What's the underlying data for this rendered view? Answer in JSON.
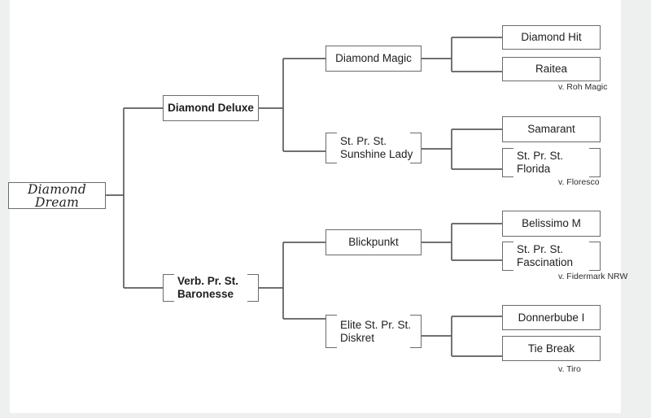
{
  "colors": {
    "border-color": "#6b6b6b",
    "line-color": "#5c5c5c",
    "ink-color": "#1e1e1e",
    "frame-color": "#eef0f0"
  },
  "pedigree": {
    "root": {
      "label": "Diamond Dream"
    },
    "gen1": {
      "sire": {
        "label": "Diamond Deluxe"
      },
      "dam": {
        "label": "Verb. Pr. St.\nBaronesse"
      }
    },
    "gen2": {
      "sire_sire": {
        "label": "Diamond Magic"
      },
      "sire_dam": {
        "label": "St. Pr. St.\nSunshine Lady"
      },
      "dam_sire": {
        "label": "Blickpunkt"
      },
      "dam_dam": {
        "label": "Elite St. Pr. St.\nDiskret"
      }
    },
    "gen3": {
      "sire_sire_sire": {
        "label": "Diamond Hit"
      },
      "sire_sire_dam": {
        "label": "Raitea",
        "caption": "v. Roh Magic"
      },
      "sire_dam_sire": {
        "label": "Samarant"
      },
      "sire_dam_dam": {
        "label": "St. Pr. St.\nFlorida",
        "caption": "v. Floresco"
      },
      "dam_sire_sire": {
        "label": "Belissimo M"
      },
      "dam_sire_dam": {
        "label": "St. Pr. St.\nFascination",
        "caption": "v. Fidermark NRW"
      },
      "dam_dam_sire": {
        "label": "Donnerbube I"
      },
      "dam_dam_dam": {
        "label": "Tie Break",
        "caption": "v. Tiro"
      }
    }
  }
}
